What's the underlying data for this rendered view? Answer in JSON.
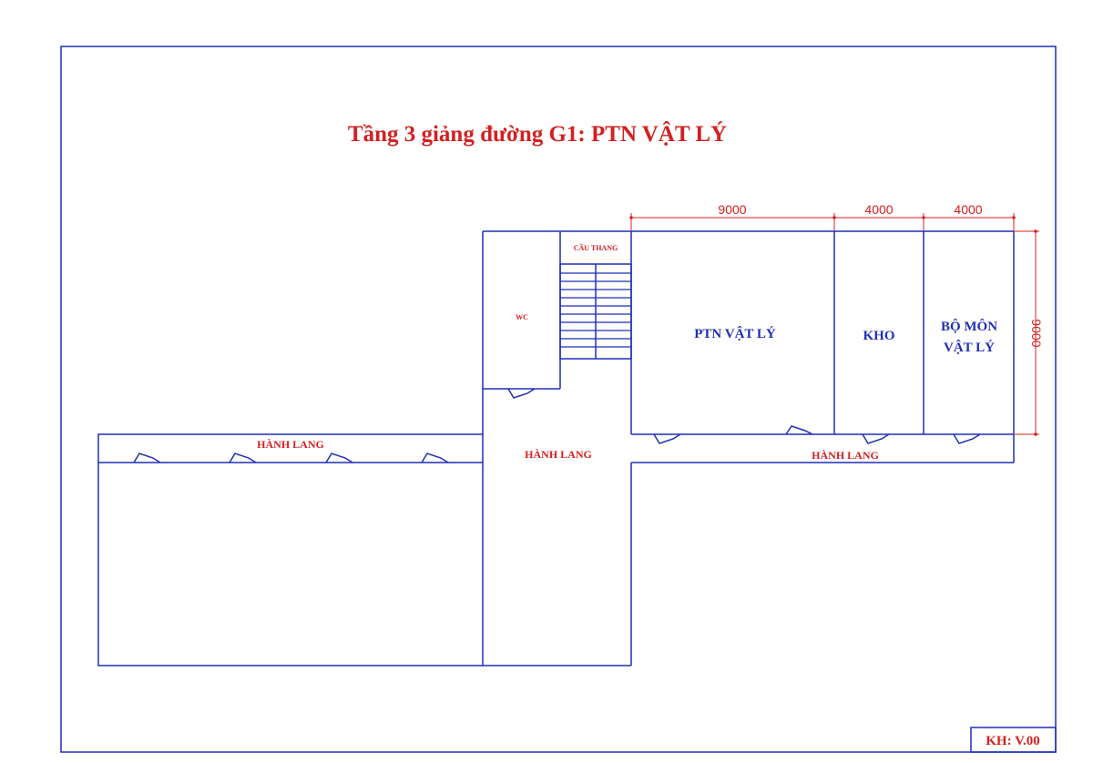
{
  "title": "Tầng 3 giảng đường G1: PTN VẬT LÝ",
  "code_label": "KH: V.00",
  "rooms": {
    "wc": "WC",
    "stairs": "CẦU THANG",
    "lab": "PTN VẬT LÝ",
    "storage": "KHO",
    "department_line1": "BỘ MÔN",
    "department_line2": "VẬT LÝ"
  },
  "corridors": {
    "left": "HÀNH LANG",
    "center": "HÀNH LANG",
    "right": "HÀNH LANG"
  },
  "dimensions": {
    "lab_width": "9000",
    "storage_width": "4000",
    "department_width": "4000",
    "depth": "9000"
  },
  "colors": {
    "walls": "#1f2fb5",
    "title": "#d42020",
    "room_labels": "#1f2fb5",
    "corridor_labels": "#d42020",
    "dimensions": "#d42020",
    "frame": "#1f2fb5"
  }
}
